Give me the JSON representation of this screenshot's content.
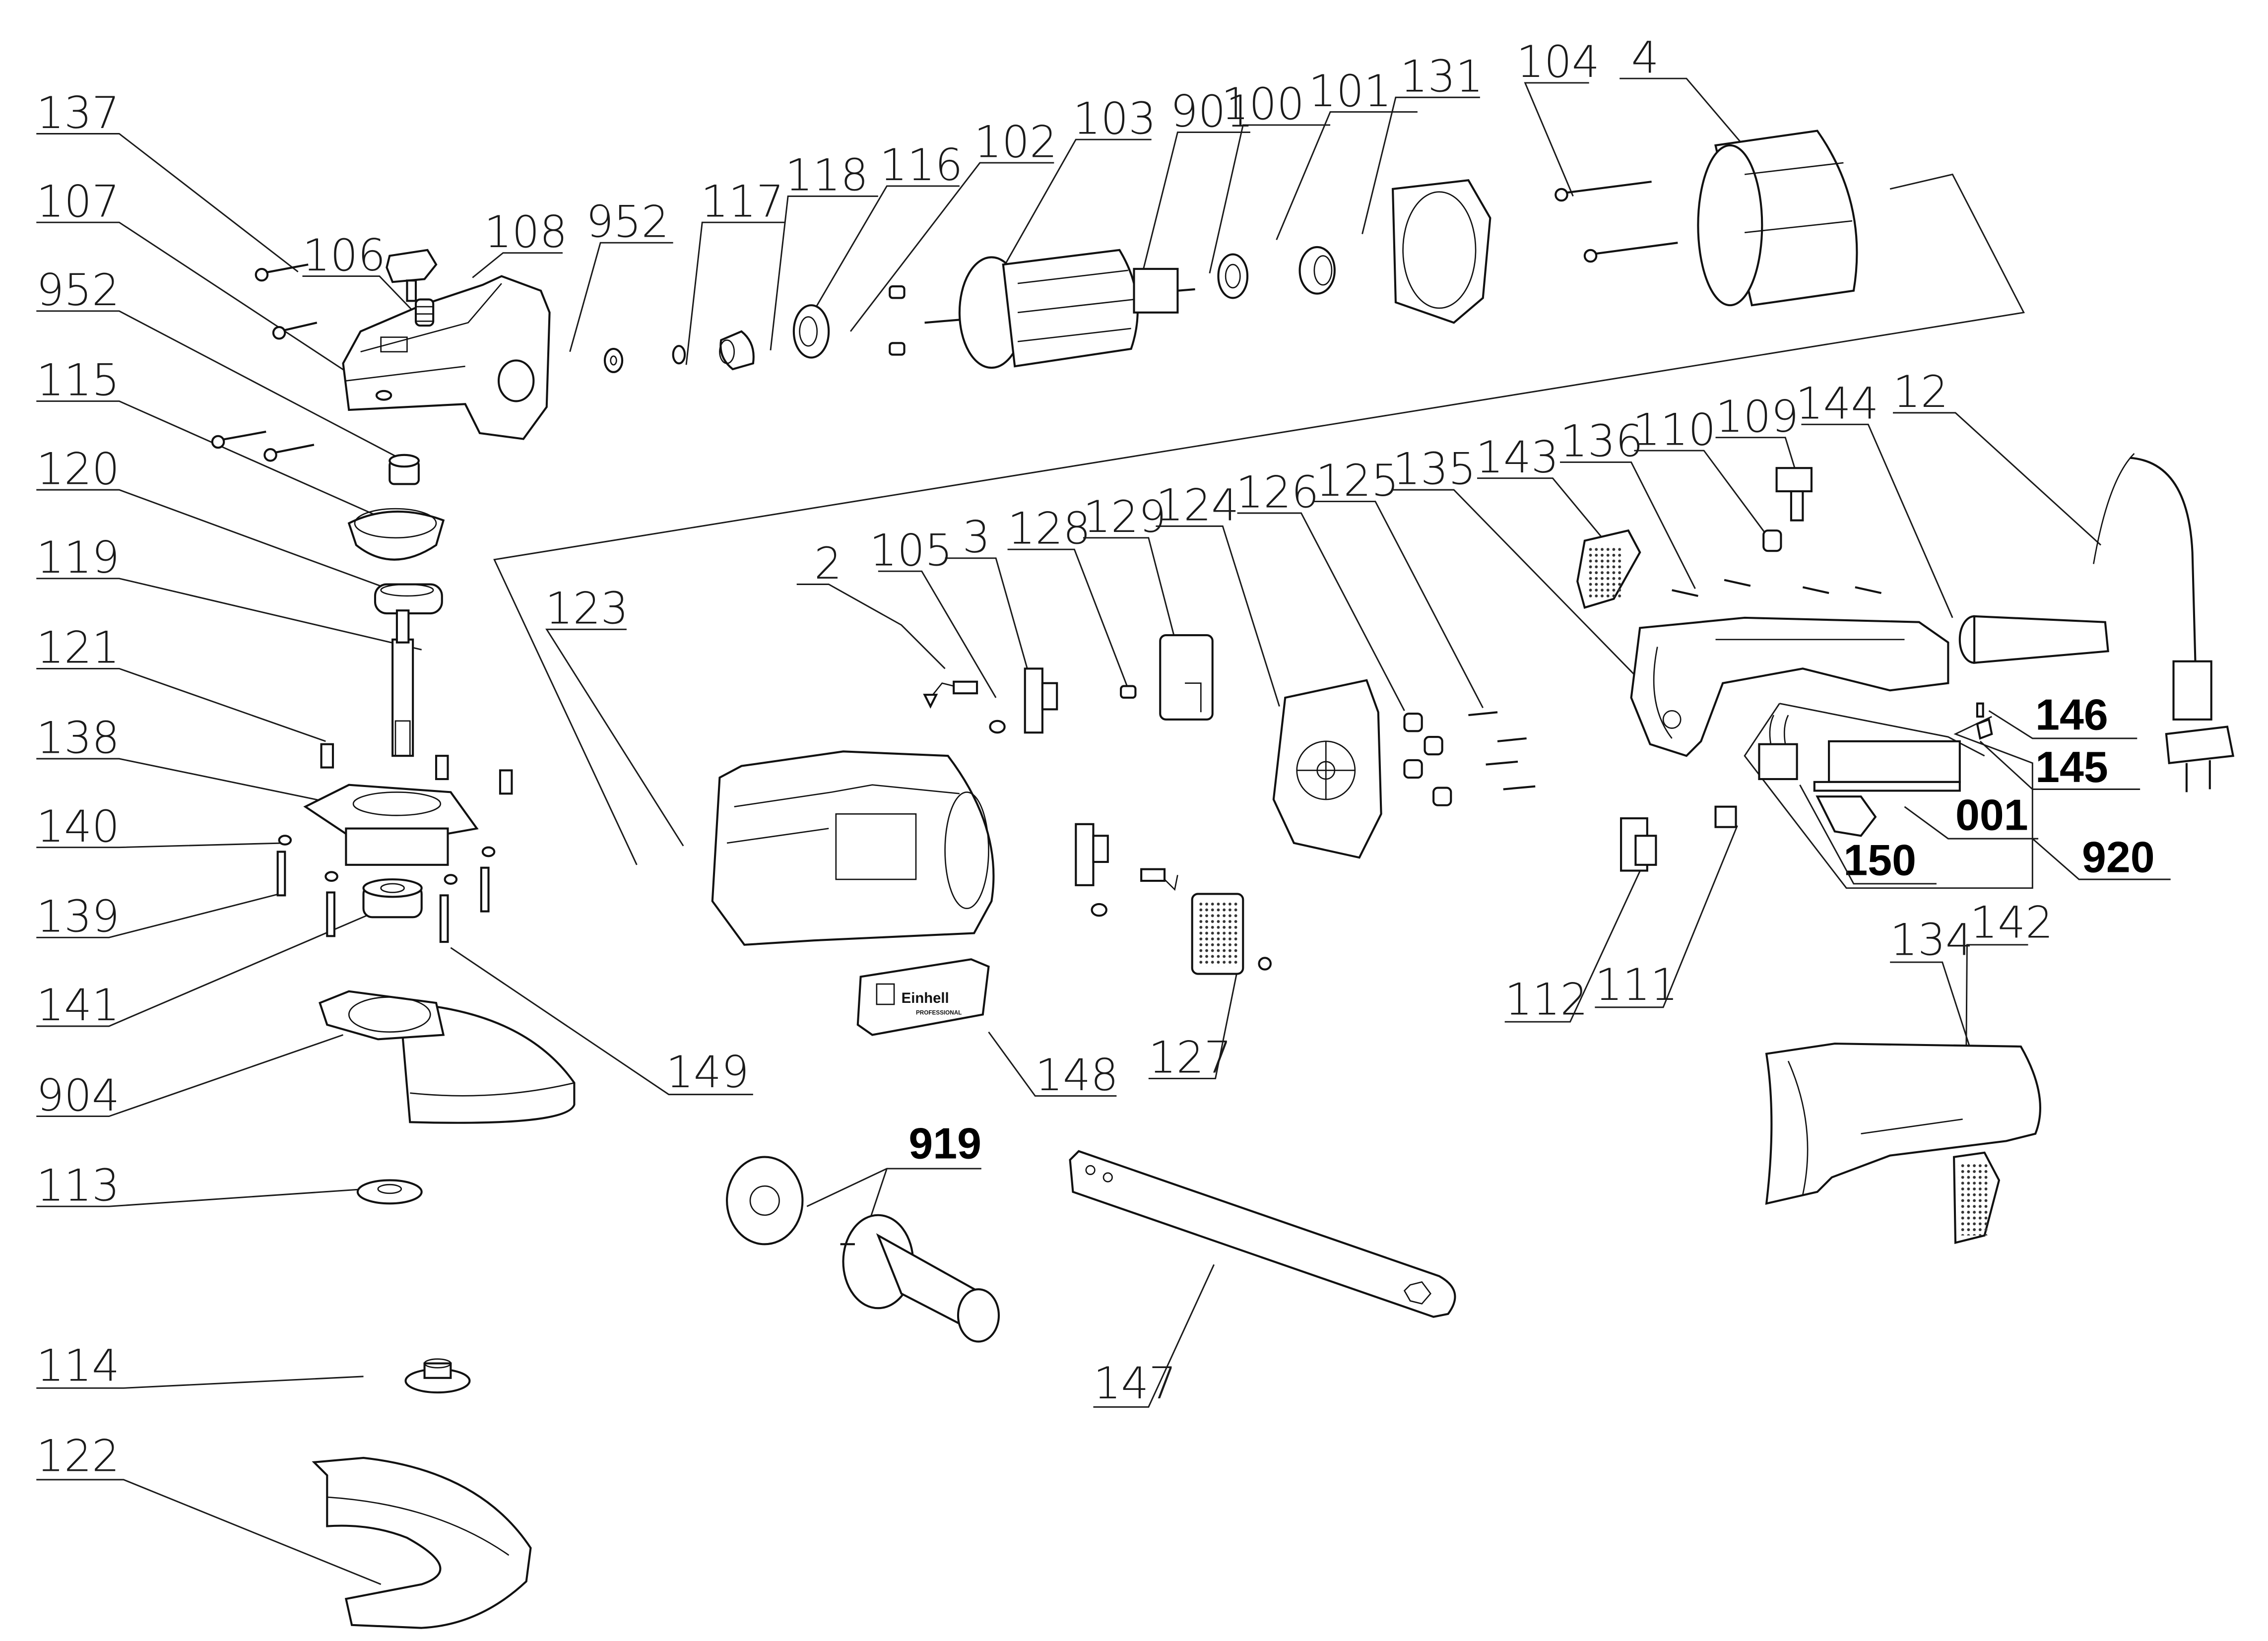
{
  "diagram": {
    "title": "Angle grinder exploded parts diagram",
    "brand_plate": {
      "logo_text": "Einhell",
      "sub_text": "PROFESSIONAL"
    },
    "callouts": [
      {
        "id": "137",
        "style": "thin"
      },
      {
        "id": "107",
        "style": "thin"
      },
      {
        "id": "952",
        "style": "thin",
        "instance": "left"
      },
      {
        "id": "115",
        "style": "thin"
      },
      {
        "id": "120",
        "style": "thin"
      },
      {
        "id": "119",
        "style": "thin"
      },
      {
        "id": "121",
        "style": "thin"
      },
      {
        "id": "138",
        "style": "thin"
      },
      {
        "id": "140",
        "style": "thin"
      },
      {
        "id": "139",
        "style": "thin"
      },
      {
        "id": "141",
        "style": "thin"
      },
      {
        "id": "904",
        "style": "thin"
      },
      {
        "id": "113",
        "style": "thin"
      },
      {
        "id": "114",
        "style": "thin"
      },
      {
        "id": "122",
        "style": "thin"
      },
      {
        "id": "106",
        "style": "thin"
      },
      {
        "id": "108",
        "style": "thin"
      },
      {
        "id": "952",
        "style": "thin",
        "instance": "top"
      },
      {
        "id": "117",
        "style": "thin"
      },
      {
        "id": "118",
        "style": "thin"
      },
      {
        "id": "116",
        "style": "thin"
      },
      {
        "id": "102",
        "style": "thin"
      },
      {
        "id": "103",
        "style": "thin"
      },
      {
        "id": "901",
        "style": "thin"
      },
      {
        "id": "100",
        "style": "thin"
      },
      {
        "id": "101",
        "style": "thin"
      },
      {
        "id": "131",
        "style": "thin"
      },
      {
        "id": "104",
        "style": "thin"
      },
      {
        "id": "4",
        "style": "thin"
      },
      {
        "id": "123",
        "style": "thin"
      },
      {
        "id": "2",
        "style": "thin"
      },
      {
        "id": "105",
        "style": "thin"
      },
      {
        "id": "3",
        "style": "thin"
      },
      {
        "id": "128",
        "style": "thin"
      },
      {
        "id": "129",
        "style": "thin"
      },
      {
        "id": "124",
        "style": "thin"
      },
      {
        "id": "126",
        "style": "thin"
      },
      {
        "id": "125",
        "style": "thin"
      },
      {
        "id": "135",
        "style": "thin"
      },
      {
        "id": "143",
        "style": "thin"
      },
      {
        "id": "136",
        "style": "thin"
      },
      {
        "id": "110",
        "style": "thin"
      },
      {
        "id": "109",
        "style": "thin"
      },
      {
        "id": "144",
        "style": "thin"
      },
      {
        "id": "12",
        "style": "thin"
      },
      {
        "id": "146",
        "style": "bold"
      },
      {
        "id": "145",
        "style": "bold"
      },
      {
        "id": "001",
        "style": "bold"
      },
      {
        "id": "920",
        "style": "bold"
      },
      {
        "id": "150",
        "style": "bold"
      },
      {
        "id": "112",
        "style": "thin"
      },
      {
        "id": "111",
        "style": "thin"
      },
      {
        "id": "148",
        "style": "thin"
      },
      {
        "id": "127",
        "style": "thin"
      },
      {
        "id": "134",
        "style": "thin"
      },
      {
        "id": "142",
        "style": "thin"
      },
      {
        "id": "149",
        "style": "thin"
      },
      {
        "id": "919",
        "style": "bold"
      },
      {
        "id": "147",
        "style": "thin"
      }
    ]
  }
}
